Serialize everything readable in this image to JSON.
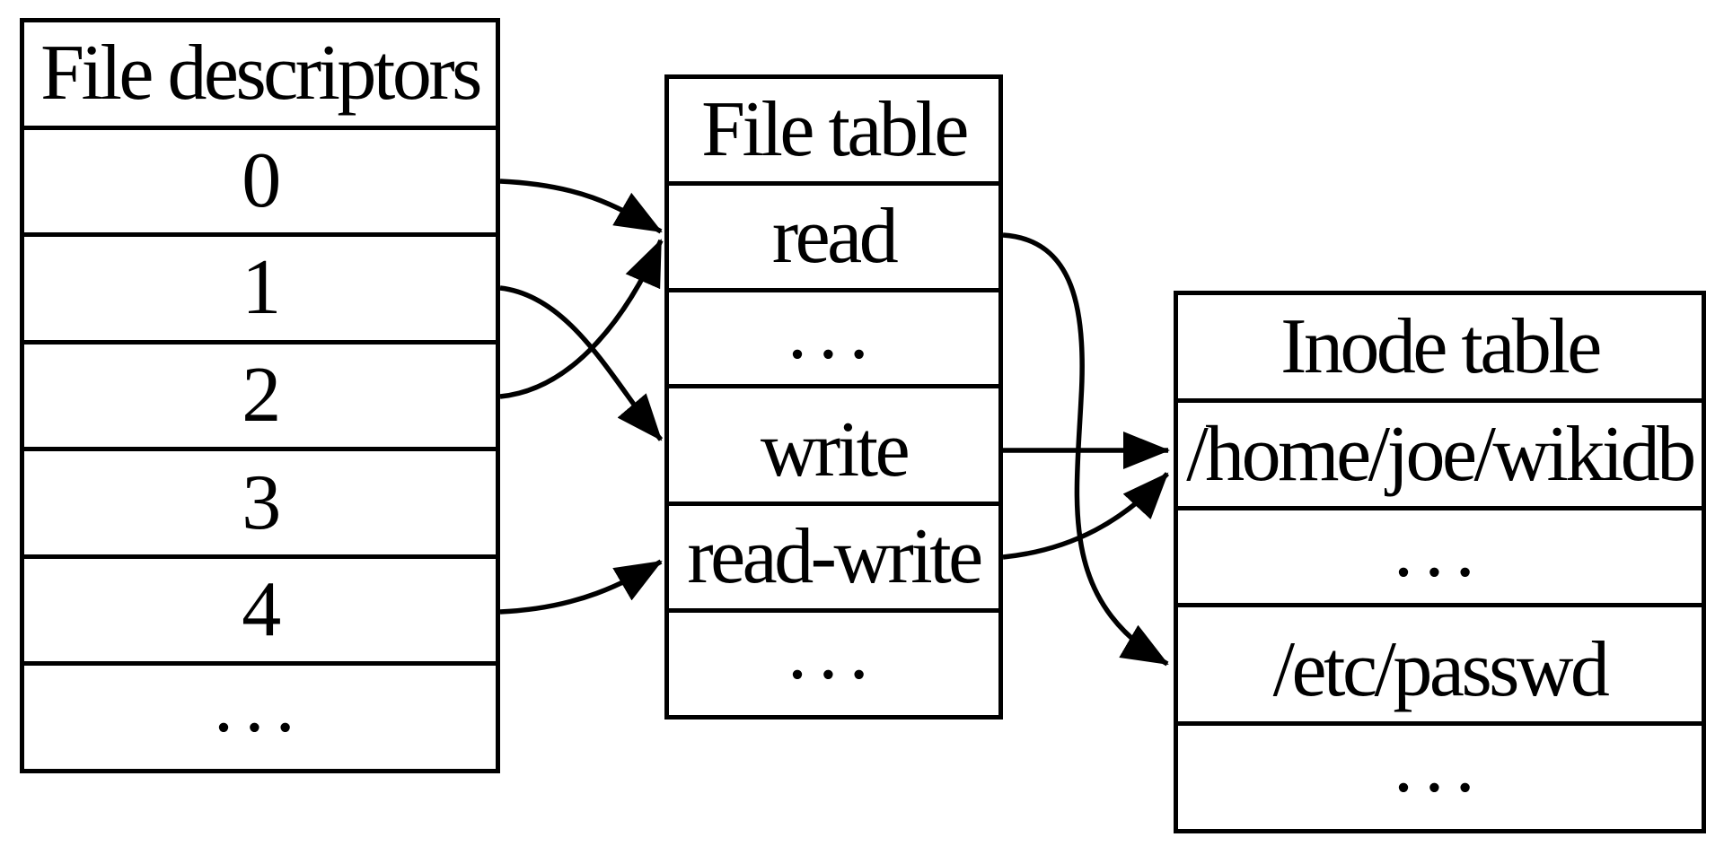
{
  "page": {
    "background_color": "#ffffff",
    "line_color": "#000000"
  },
  "tables": {
    "file_descriptors": {
      "title": "File descriptors",
      "rows": [
        "0",
        "1",
        "2",
        "3",
        "4",
        "..."
      ]
    },
    "file_table": {
      "title": "File table",
      "rows": [
        "read",
        "...",
        "write",
        "read-write",
        "..."
      ]
    },
    "inode_table": {
      "title": "Inode table",
      "rows": [
        "/home/joe/wikidb",
        "...",
        "/etc/passwd",
        "..."
      ]
    }
  },
  "connections": [
    {
      "from": "file-descriptor-0",
      "to": "file-table-read"
    },
    {
      "from": "file-descriptor-1",
      "to": "file-table-write"
    },
    {
      "from": "file-descriptor-2",
      "to": "file-table-read"
    },
    {
      "from": "file-descriptor-4",
      "to": "file-table-read-write"
    },
    {
      "from": "file-table-read",
      "to": "inode-table-/etc/passwd"
    },
    {
      "from": "file-table-write",
      "to": "inode-table-/home/joe/wikidb"
    },
    {
      "from": "file-table-read-write",
      "to": "inode-table-/home/joe/wikidb"
    }
  ]
}
